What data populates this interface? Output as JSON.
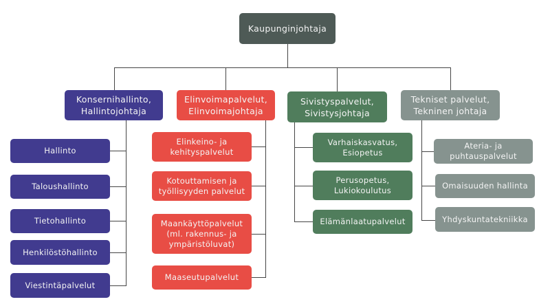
{
  "root": {
    "label": "Kaupunginjohtaja"
  },
  "branches": [
    {
      "label": "Konsernihallinto, Hallintojohtaja",
      "color": "#413b8f",
      "children": [
        "Hallinto",
        "Taloushallinto",
        "Tietohallinto",
        "Henkilöstöhallinto",
        "Viestintäpalvelut"
      ]
    },
    {
      "label": "Elinvoimapalvelut, Elinvoimajohtaja",
      "color": "#e84d45",
      "children": [
        "Elinkeino- ja kehityspalvelut",
        "Kotouttamisen ja työllisyyden palvelut",
        "Maankäyttöpalvelut (ml. rakennus- ja ympäristöluvat)",
        "Maaseutupalvelut"
      ]
    },
    {
      "label": "Sivistyspalvelut, Sivistysjohtaja",
      "color": "#507d5c",
      "children": [
        "Varhaiskasvatus, Esiopetus",
        "Perusopetus, Lukiokoulutus",
        "Elämänlaatupalvelut"
      ]
    },
    {
      "label": "Tekniset palvelut, Tekninen johtaja",
      "color": "#86938f",
      "children": [
        "Ateria- ja puhtauspalvelut",
        "Omaisuuden hallinta",
        "Yhdyskuntatekniikka"
      ]
    }
  ]
}
